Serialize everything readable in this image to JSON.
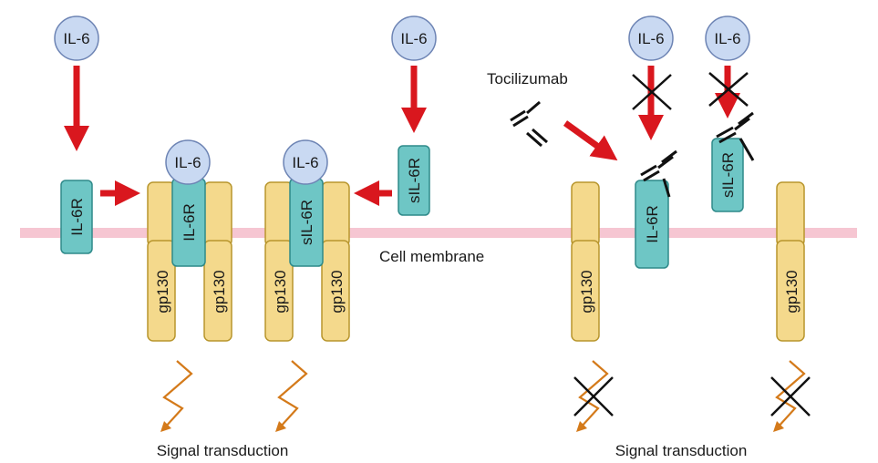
{
  "labels": {
    "il6": "IL-6",
    "il6r": "IL-6R",
    "sil6r": "sIL-6R",
    "gp130": "gp130",
    "tocilizumab": "Tocilizumab",
    "cell_membrane": "Cell membrane",
    "signal_transduction": "Signal transduction"
  },
  "colors": {
    "il6_fill": "#c9d9f2",
    "il6_stroke": "#6d84b4",
    "receptor_fill": "#6ec6c5",
    "receptor_stroke": "#2f8a8a",
    "gp130_fill": "#f4d98c",
    "gp130_stroke": "#b8962d",
    "membrane": "#f6c6d2",
    "arrow_red": "#d9171e",
    "signal_orange": "#d47a1a",
    "antibody": "#111111"
  }
}
